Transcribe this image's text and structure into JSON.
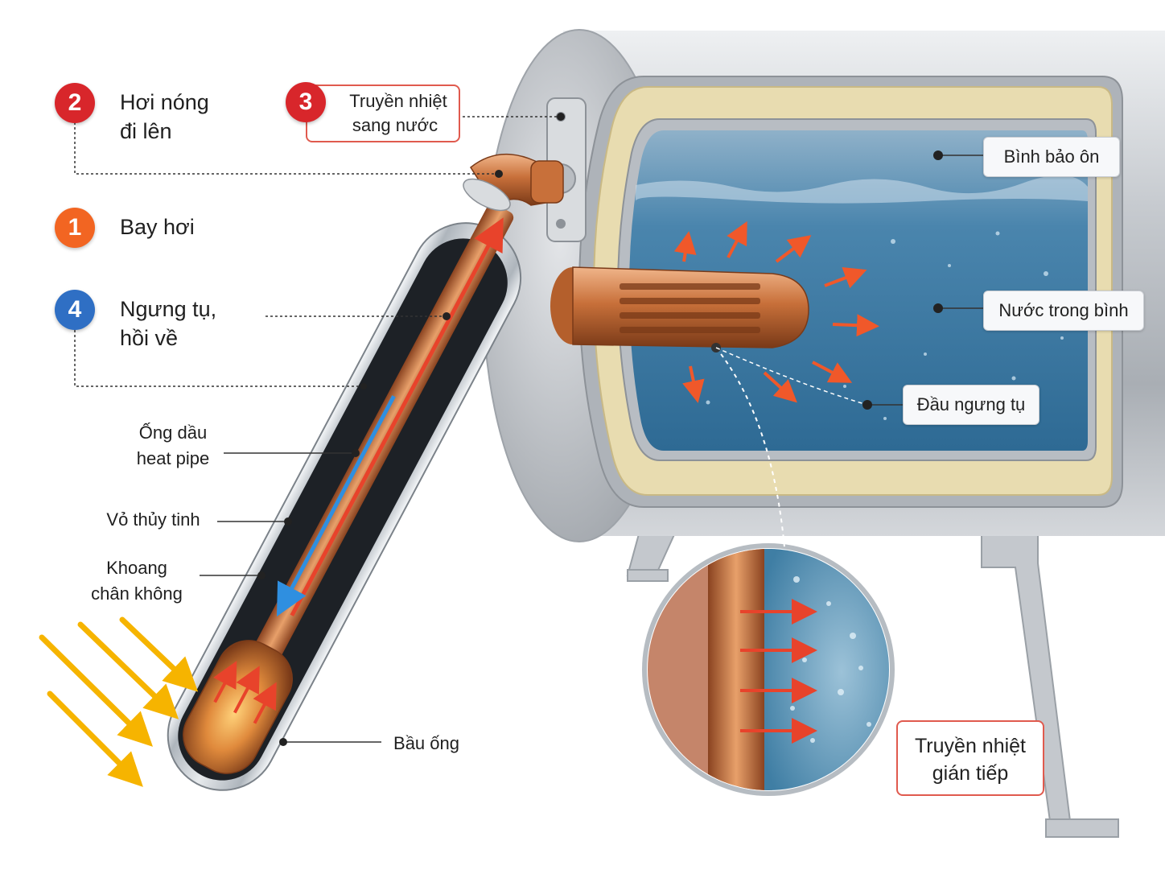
{
  "steps": [
    {
      "num": "2",
      "line1": "Hơi nóng",
      "line2": "đi lên",
      "color": "#d8262b"
    },
    {
      "num": "1",
      "line1": "Bay hơi",
      "line2": "",
      "color": "#f26522"
    },
    {
      "num": "4",
      "line1": "Ngưng tụ,",
      "line2": "hồi về",
      "color": "#2f6fc4"
    }
  ],
  "step3": {
    "num": "3",
    "line1": "Truyền nhiệt",
    "line2": "sang nước",
    "color": "#d8262b"
  },
  "left_labels": {
    "heat_pipe": {
      "line1": "Ống dầu",
      "line2": "heat pipe"
    },
    "glass": "Vỏ thủy tinh",
    "vacuum": {
      "line1": "Khoang",
      "line2": "chân không"
    },
    "bulb": "Bầu ống"
  },
  "tank_labels": {
    "insulated_tank": "Bình bảo ôn",
    "water": "Nước trong bình",
    "condenser": "Đầu ngưng tụ"
  },
  "indirect": {
    "line1": "Truyền nhiệt",
    "line2": "gián tiếp"
  },
  "colors": {
    "copper": "#c8703a",
    "water": "#4a85ad",
    "insulation": "#e8dcb0",
    "steel": "#c9cdd2",
    "hot_arrow": "#e8432b",
    "cold_arrow": "#2f8fe0",
    "sun_ray": "#f6b400",
    "outline_red": "#e05a4e"
  }
}
